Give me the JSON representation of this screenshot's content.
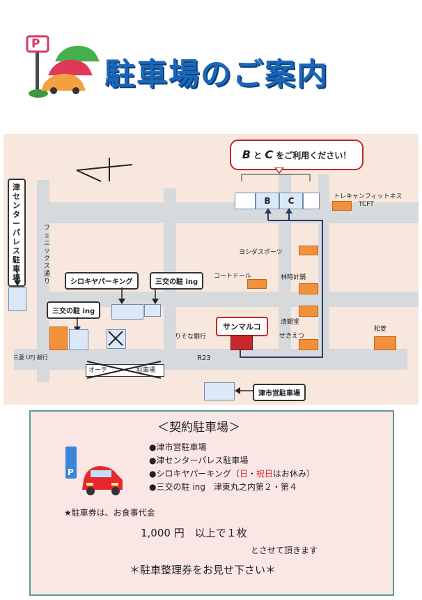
{
  "header": {
    "title": "駐車場のご案内",
    "parking_sign": "P"
  },
  "map": {
    "callout_bc": {
      "b": "B",
      "and": "と",
      "c": "C",
      "rest": "をご利用ください！"
    },
    "lot_b": "B",
    "lot_c": "C",
    "labels": {
      "tsu_center_palace": "津センターパレス駐車場",
      "phoenix_street": "フェニックス通り",
      "shirokiya_parking": "シロキヤパーキング",
      "sanko_ing_1": "三交の駐 ing",
      "sanko_ing_2": "三交の駐 ing",
      "mufg": "三菱 UFJ 銀行",
      "resona": "りそな銀行",
      "sanmaruko": "サンマルコ",
      "torecyan": "トレキャンフィットネス",
      "tcft": "TCFT",
      "yoshidas": "ヨシダスポーツ",
      "court_doll": "コートドール",
      "hayashi_clock": "林時計舗",
      "seikando": "清観堂",
      "sekietsu": "せきえつ",
      "shoryo": "松菱",
      "r23": "R23",
      "ote_parking": "オーテ",
      "ote_parking_2": "駐車場",
      "tsu_city_parking": "津市営駐車場"
    }
  },
  "contract": {
    "heading": "＜契約駐車場＞",
    "lots": [
      "●津市営駐車場",
      "●津センターパレス駐車場"
    ],
    "shirokiya": {
      "prefix": "●シロキヤパーキング（",
      "sun": "日",
      "dot": "・",
      "holiday": "祝日",
      "suffix": "はお休み）"
    },
    "sanko": "●三交の駐 ing　津東丸之内第２・第４",
    "note_prefix": "★駐車券は、お食事代金",
    "amount": "1,000 円　以上で１枚",
    "provide": "とさせて頂きます",
    "show_ticket": "＊駐車整理券をお見せ下さい＊",
    "sign_letter": "P"
  }
}
